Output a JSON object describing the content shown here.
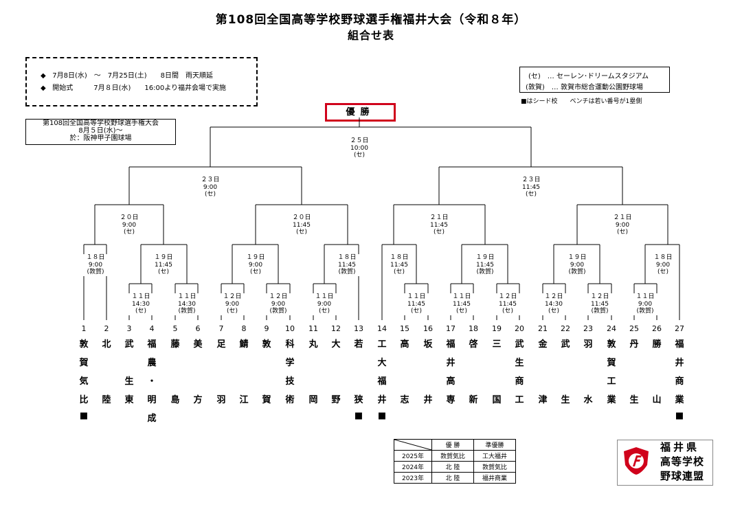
{
  "title": {
    "line1": "第108回全国高等学校野球選手権福井大会（令和８年）",
    "line2": "組合せ表"
  },
  "info": {
    "row1": {
      "bullet": "◆",
      "text": "7月8日(水)　～　7月25日(土)　　8日間　雨天順延"
    },
    "row2": {
      "bullet": "◆",
      "text": "開始式　　　7月８日(水)　　16:00より福井会場で実施"
    }
  },
  "legend": {
    "line1": "(セ)　… セーレン･ドリームスタジアム",
    "line2": "(敦賀)　… 敦賀市総合運動公園野球場",
    "note": "■はシード校　　ベンチは若い番号が1塁側"
  },
  "national": {
    "line1": "第108回全国高等学校野球選手権大会",
    "line2": "8月５日(水)～",
    "line3": "於：阪神甲子園球場"
  },
  "champion_label": "優勝",
  "matches": [
    {
      "id": "final",
      "lines": [
        "２５日",
        "10:00",
        "(セ)"
      ]
    },
    {
      "id": "sf1",
      "lines": [
        "２３日",
        "9:00",
        "(セ)"
      ]
    },
    {
      "id": "sf2",
      "lines": [
        "２３日",
        "11:45",
        "(セ)"
      ]
    },
    {
      "id": "qf1",
      "lines": [
        "２０日",
        "9:00",
        "(セ)"
      ]
    },
    {
      "id": "qf2",
      "lines": [
        "２０日",
        "11:45",
        "(セ)"
      ]
    },
    {
      "id": "qf3",
      "lines": [
        "２１日",
        "11:45",
        "(セ)"
      ]
    },
    {
      "id": "qf4",
      "lines": [
        "２１日",
        "9:00",
        "(セ)"
      ]
    },
    {
      "id": "r2a",
      "lines": [
        "１８日",
        "9:00",
        "(敦賀)"
      ]
    },
    {
      "id": "r2b",
      "lines": [
        "１９日",
        "11:45",
        "(セ)"
      ]
    },
    {
      "id": "r2c",
      "lines": [
        "１９日",
        "9:00",
        "(セ)"
      ]
    },
    {
      "id": "r2d",
      "lines": [
        "１８日",
        "11:45",
        "(敦賀)"
      ]
    },
    {
      "id": "r2e",
      "lines": [
        "１８日",
        "11:45",
        "(セ)"
      ]
    },
    {
      "id": "r2f",
      "lines": [
        "１９日",
        "11:45",
        "(敦賀)"
      ]
    },
    {
      "id": "r2g",
      "lines": [
        "１９日",
        "9:00",
        "(敦賀)"
      ]
    },
    {
      "id": "r2h",
      "lines": [
        "１８日",
        "9:00",
        "(セ)"
      ]
    },
    {
      "id": "r1a",
      "lines": [
        "１１日",
        "14:30",
        "(セ)"
      ]
    },
    {
      "id": "r1b",
      "lines": [
        "１１日",
        "14:30",
        "(敦賀)"
      ]
    },
    {
      "id": "r1c",
      "lines": [
        "１２日",
        "9:00",
        "(セ)"
      ]
    },
    {
      "id": "r1d",
      "lines": [
        "１２日",
        "9:00",
        "(敦賀)"
      ]
    },
    {
      "id": "r1e",
      "lines": [
        "１１日",
        "9:00",
        "(セ)"
      ]
    },
    {
      "id": "r1f",
      "lines": [
        "１１日",
        "11:45",
        "(セ)"
      ]
    },
    {
      "id": "r1g",
      "lines": [
        "１１日",
        "11:45",
        "(セ)"
      ]
    },
    {
      "id": "r1h",
      "lines": [
        "１２日",
        "11:45",
        "(セ)"
      ]
    },
    {
      "id": "r1i",
      "lines": [
        "１２日",
        "14:30",
        "(セ)"
      ]
    },
    {
      "id": "r1j",
      "lines": [
        "１２日",
        "11:45",
        "(敦賀)"
      ]
    },
    {
      "id": "r1k",
      "lines": [
        "１１日",
        "9:00",
        "(敦賀)"
      ]
    }
  ],
  "teams": [
    {
      "num": "1",
      "chars": [
        "敦",
        "賀",
        "気",
        "比",
        "■"
      ]
    },
    {
      "num": "2",
      "chars": [
        "北",
        "",
        "",
        "陸"
      ]
    },
    {
      "num": "3",
      "chars": [
        "武",
        "",
        "生",
        "東"
      ]
    },
    {
      "num": "4",
      "chars": [
        "福",
        "農",
        "・",
        "明",
        "成"
      ]
    },
    {
      "num": "5",
      "chars": [
        "藤",
        "",
        "",
        "島"
      ]
    },
    {
      "num": "6",
      "chars": [
        "美",
        "",
        "",
        "方"
      ]
    },
    {
      "num": "7",
      "chars": [
        "足",
        "",
        "",
        "羽"
      ]
    },
    {
      "num": "8",
      "chars": [
        "鯖",
        "",
        "",
        "江"
      ]
    },
    {
      "num": "9",
      "chars": [
        "敦",
        "",
        "",
        "賀"
      ]
    },
    {
      "num": "10",
      "chars": [
        "科",
        "学",
        "技",
        "術"
      ]
    },
    {
      "num": "11",
      "chars": [
        "丸",
        "",
        "",
        "岡"
      ]
    },
    {
      "num": "12",
      "chars": [
        "大",
        "",
        "",
        "野"
      ]
    },
    {
      "num": "13",
      "chars": [
        "若",
        "",
        "",
        "狭",
        "■"
      ]
    },
    {
      "num": "14",
      "chars": [
        "工",
        "大",
        "福",
        "井",
        "■"
      ]
    },
    {
      "num": "15",
      "chars": [
        "高",
        "",
        "",
        "志"
      ]
    },
    {
      "num": "16",
      "chars": [
        "坂",
        "",
        "",
        "井"
      ]
    },
    {
      "num": "17",
      "chars": [
        "福",
        "井",
        "高",
        "専"
      ]
    },
    {
      "num": "18",
      "chars": [
        "啓",
        "",
        "",
        "新"
      ]
    },
    {
      "num": "19",
      "chars": [
        "三",
        "",
        "",
        "国"
      ]
    },
    {
      "num": "20",
      "chars": [
        "武",
        "生",
        "商",
        "工"
      ]
    },
    {
      "num": "21",
      "chars": [
        "金",
        "",
        "",
        "津"
      ]
    },
    {
      "num": "22",
      "chars": [
        "武",
        "",
        "",
        "生"
      ]
    },
    {
      "num": "23",
      "chars": [
        "羽",
        "",
        "",
        "水"
      ]
    },
    {
      "num": "24",
      "chars": [
        "敦",
        "賀",
        "工",
        "業"
      ]
    },
    {
      "num": "25",
      "chars": [
        "丹",
        "",
        "",
        "生"
      ]
    },
    {
      "num": "26",
      "chars": [
        "勝",
        "",
        "",
        "山"
      ]
    },
    {
      "num": "27",
      "chars": [
        "福",
        "井",
        "商",
        "業",
        "■"
      ]
    }
  ],
  "history": {
    "headers": [
      "",
      "優 勝",
      "準優勝"
    ],
    "rows": [
      [
        "2025年",
        "敦賀気比",
        "工大福井"
      ],
      [
        "2024年",
        "北 陸",
        "敦賀気比"
      ],
      [
        "2023年",
        "北 陸",
        "福井商業"
      ]
    ]
  },
  "logo": {
    "line1": "福井県",
    "line2": "高等学校",
    "line3": "野球連盟",
    "brand_color": "#d0021b"
  }
}
